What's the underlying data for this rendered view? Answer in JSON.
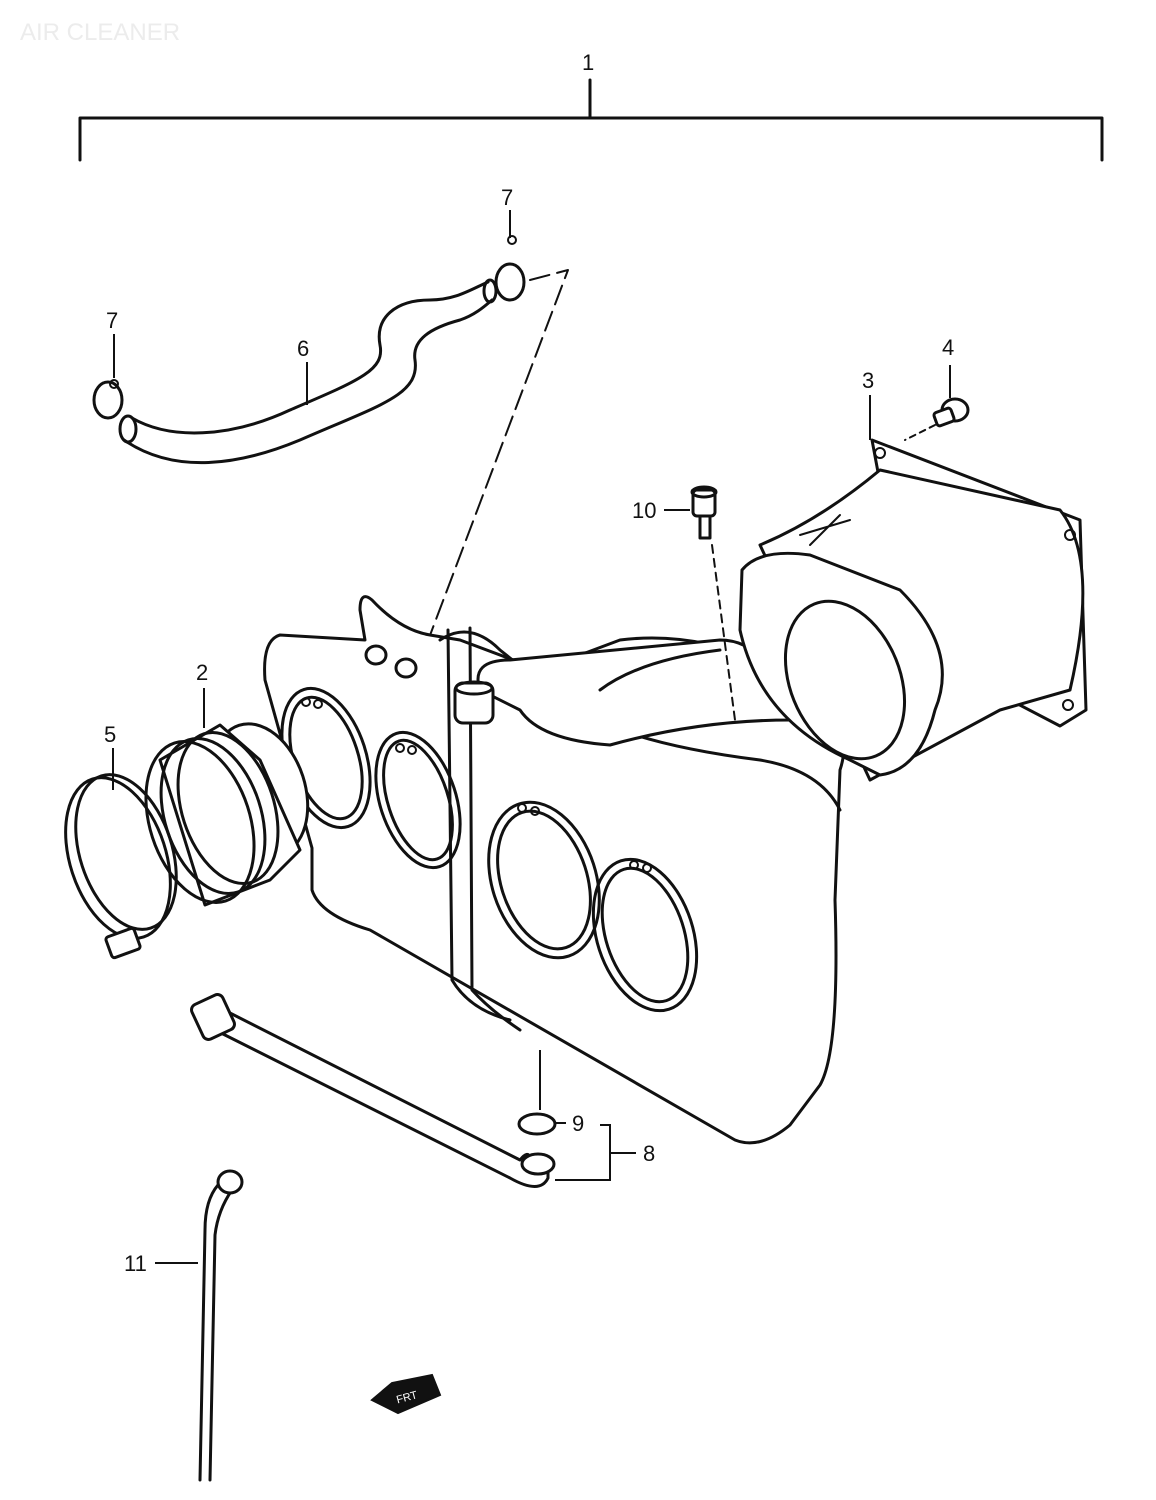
{
  "watermark": "AIR CLEANER",
  "callouts": {
    "c1": "1",
    "c2": "2",
    "c3": "3",
    "c4": "4",
    "c5": "5",
    "c6": "6",
    "c7a": "7",
    "c7b": "7",
    "c8": "8",
    "c9": "9",
    "c10": "10",
    "c11": "11"
  },
  "arrow_badge": "FRT",
  "colors": {
    "ink": "#111111",
    "paper": "#ffffff"
  }
}
